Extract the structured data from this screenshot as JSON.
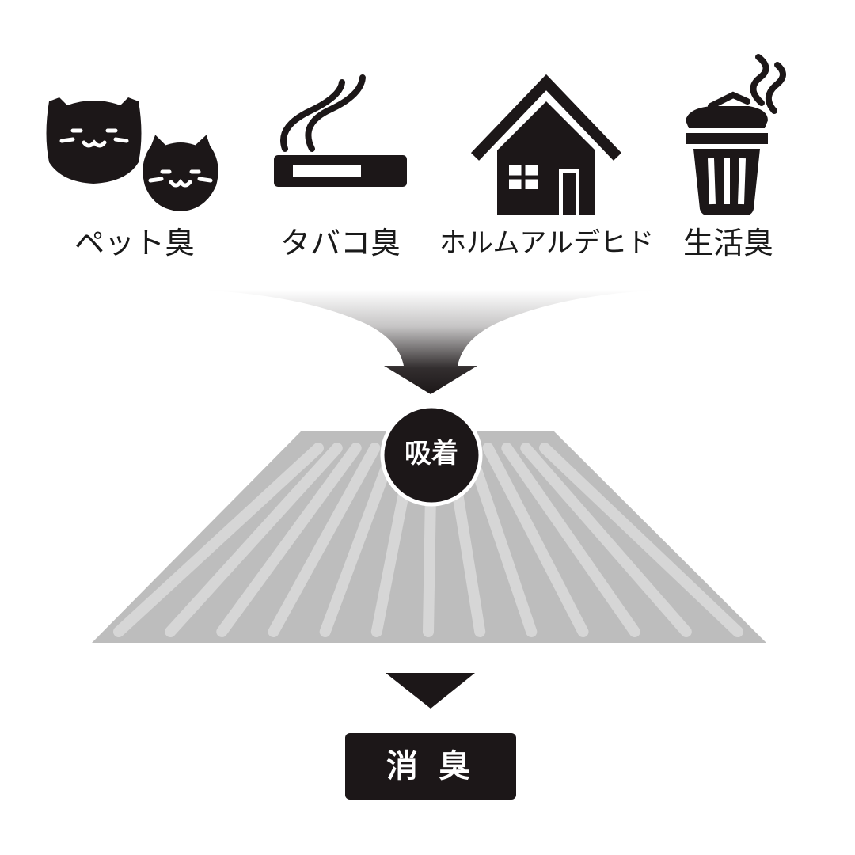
{
  "sources": [
    {
      "id": "pet",
      "label": "ペット臭",
      "icon": "cats-icon"
    },
    {
      "id": "tobacco",
      "label": "タバコ臭",
      "icon": "cigarette-icon"
    },
    {
      "id": "formaldehyde",
      "label": "ホルムアルデヒド",
      "icon": "house-icon"
    },
    {
      "id": "living",
      "label": "生活臭",
      "icon": "trash-can-icon"
    }
  ],
  "process": {
    "adsorb_label": "吸着",
    "result_label": "消 臭"
  },
  "colors": {
    "ink": "#1c1718",
    "filter_gray": "#bdbdbd",
    "filter_stripe": "#d6d6d6",
    "background": "#ffffff"
  }
}
